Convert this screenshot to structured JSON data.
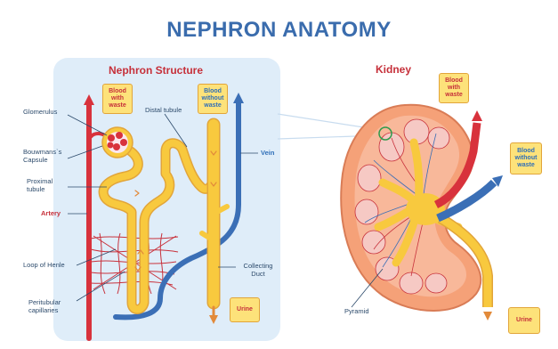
{
  "title": "NEPHRON ANATOMY",
  "colors": {
    "title": "#3a6cad",
    "panel": "#dfedf9",
    "artery": "#d8323c",
    "vein": "#3b6fb6",
    "tubule": "#f8c93e",
    "kidney_outer": "#f5a178",
    "pyramid": "#f6c9c4",
    "capillary": "#c8323c",
    "label": "#2c4a6b",
    "box_fill": "#fde27a"
  },
  "nephron": {
    "heading": "Nephron  Structure",
    "box_blood_with_waste": "Blood with waste",
    "box_blood_without_waste": "Blood without waste",
    "box_urine": "Urine",
    "labels": {
      "glomerulus": "Glomerulus",
      "bowmans_capsule": "Bouwmans`s Capsule",
      "proximal_tubule": "Proximal tubule",
      "artery": "Artery",
      "loop_of_henle": "Loop of Henle",
      "peritubular_capillaries": "Peritubular capillaries",
      "distal_tubule": "Distal tubule",
      "vein": "Vein",
      "collecting_duct": "Collecting Duct"
    }
  },
  "kidney": {
    "heading": "Kidney",
    "box_blood_with_waste": "Blood with waste",
    "box_blood_without_waste": "Blood without waste",
    "box_urine": "Urine",
    "label_pyramid": "Pyramid"
  }
}
